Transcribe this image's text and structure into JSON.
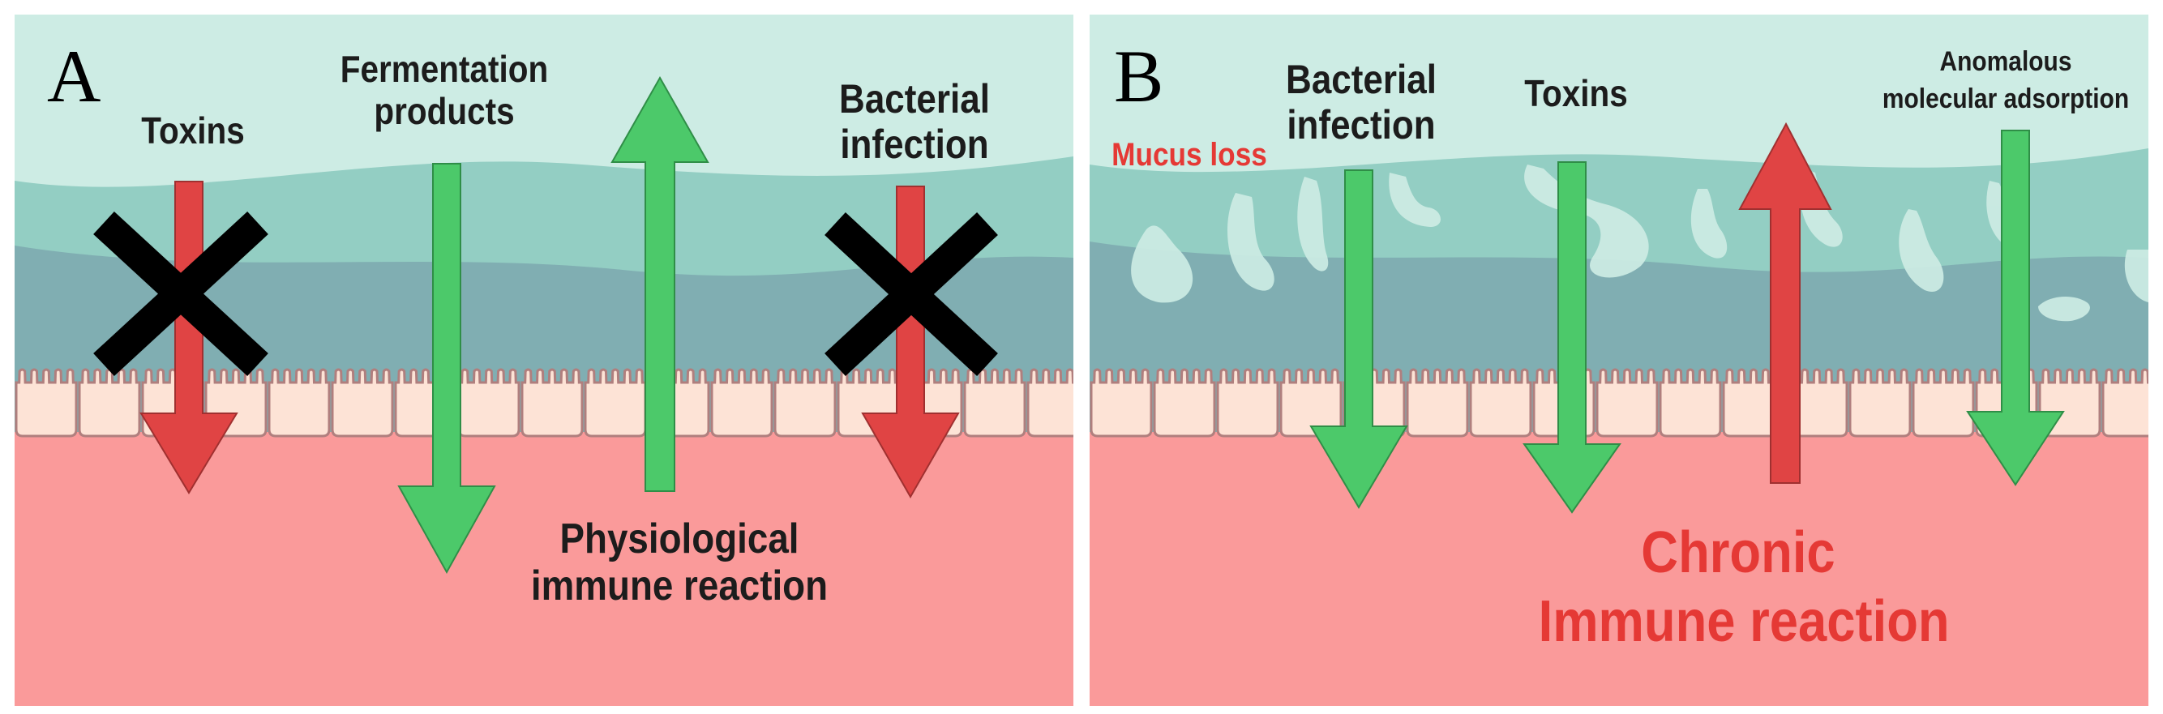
{
  "colors": {
    "lumen": "#cdece4",
    "outer_mucus": "#93cec3",
    "inner_mucus": "#80aeb2",
    "epithelium": "#fde3d6",
    "cell_border": "#b07f7e",
    "lamina": "#fa9a9a",
    "green_arrow": "#4cc96a",
    "red_arrow": "#e04444",
    "block_x": "#000000"
  },
  "panel_a": {
    "letter": "A",
    "labels": {
      "toxins": "Toxins",
      "fermentation": "Fermentation\nproducts",
      "bacterial": "Bacterial\ninfection",
      "immune": "Physiological\nimmune reaction"
    }
  },
  "panel_b": {
    "letter": "B",
    "labels": {
      "mucus_loss": "Mucus loss",
      "bacterial": "Bacterial\ninfection",
      "toxins": "Toxins",
      "anomalous": "Anomalous\nmolecular adsorption",
      "chronic": "Chronic\nImmune reaction"
    }
  }
}
